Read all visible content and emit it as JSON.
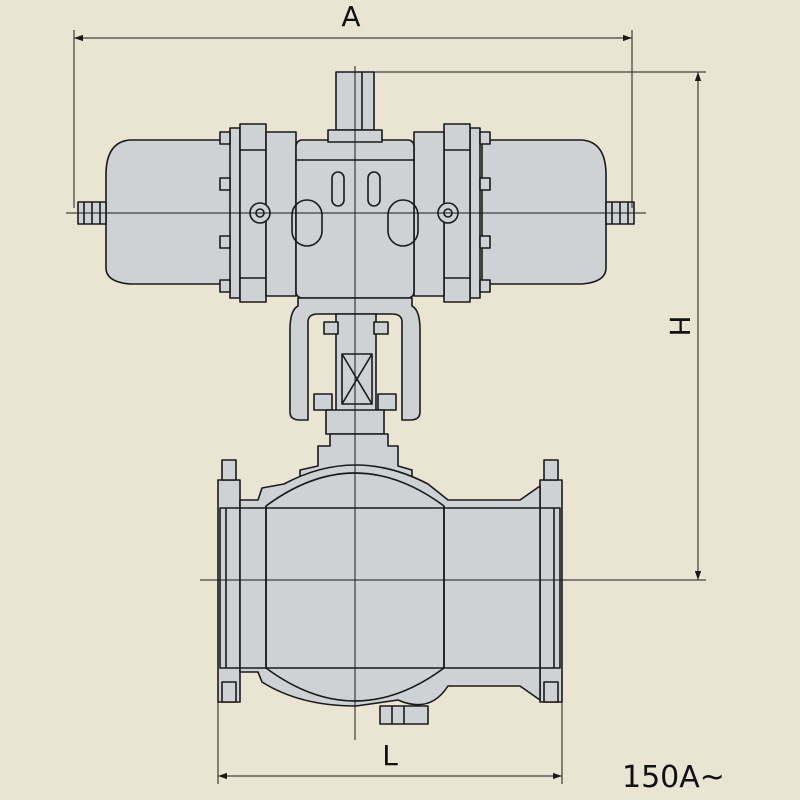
{
  "colors": {
    "background": "#eae4d3",
    "part_fill": "#cfd2d4",
    "line": "#1a1a1a"
  },
  "dimensions": {
    "width_label": "A",
    "height_label": "H",
    "length_label": "L"
  },
  "size_note": "150A~"
}
